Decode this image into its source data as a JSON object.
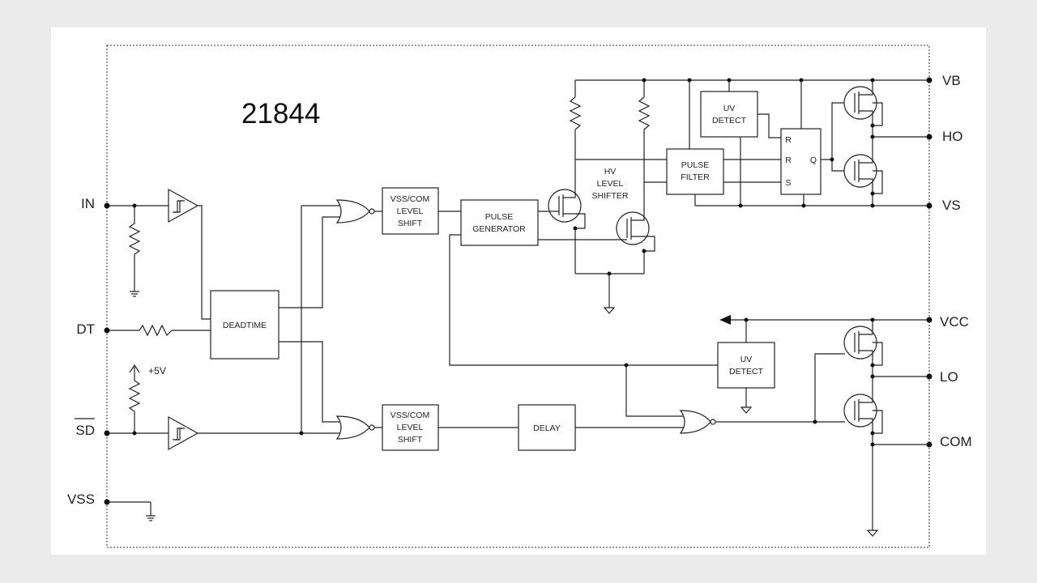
{
  "part_number": "21844",
  "pins": {
    "in": "IN",
    "dt": "DT",
    "sd": "SD",
    "vss": "VSS",
    "vb": "VB",
    "ho": "HO",
    "vs": "VS",
    "vcc": "VCC",
    "lo": "LO",
    "com": "COM"
  },
  "blocks": {
    "deadtime": "DEADTIME",
    "level_shift_top": [
      "VSS/COM",
      "LEVEL",
      "SHIFT"
    ],
    "level_shift_bottom": [
      "VSS/COM",
      "LEVEL",
      "SHIFT"
    ],
    "pulse_generator": [
      "PULSE",
      "GENERATOR"
    ],
    "hv_level_shifter": [
      "HV",
      "LEVEL",
      "SHIFTER"
    ],
    "pulse_filter": [
      "PULSE",
      "FILTER"
    ],
    "uv_detect_high": [
      "UV",
      "DETECT"
    ],
    "uv_detect_low": [
      "UV",
      "DETECT"
    ],
    "delay": "DELAY",
    "latch": {
      "r1": "R",
      "r2": "R",
      "s": "S",
      "q": "Q"
    }
  },
  "supply_label": "+5V"
}
